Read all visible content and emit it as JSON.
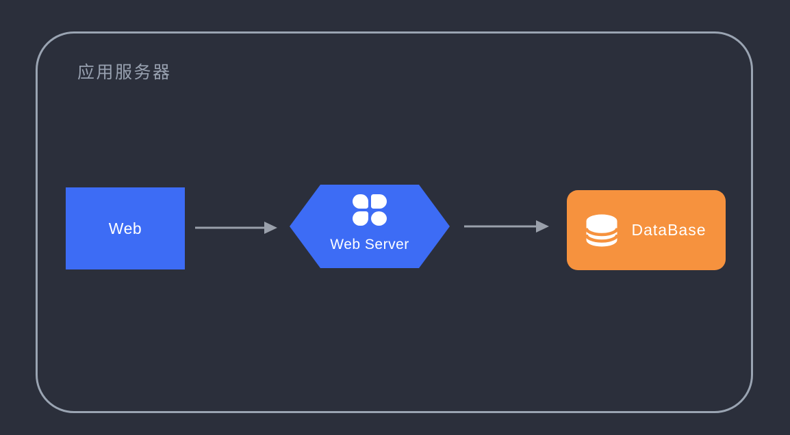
{
  "diagram": {
    "group": {
      "title": "应用服务器"
    },
    "nodes": {
      "web": {
        "label": "Web",
        "shape": "rectangle",
        "color": "#3D6CF5"
      },
      "web_server": {
        "label": "Web Server",
        "shape": "hexagon",
        "color": "#3D6CF5",
        "icon": "clover-icon"
      },
      "database": {
        "label": "DataBase",
        "shape": "rounded-rectangle",
        "color": "#F6923E",
        "icon": "database-icon"
      }
    },
    "connectors": [
      {
        "from": "web",
        "to": "web_server",
        "style": "arrow-right",
        "color": "#9AA0AB"
      },
      {
        "from": "web_server",
        "to": "database",
        "style": "arrow-right",
        "color": "#9AA0AB"
      }
    ],
    "colors": {
      "background": "#2B2F3B",
      "group_border": "#9AA4B2",
      "group_title_text": "#98A1B0",
      "node_text": "#FFFFFF"
    }
  }
}
